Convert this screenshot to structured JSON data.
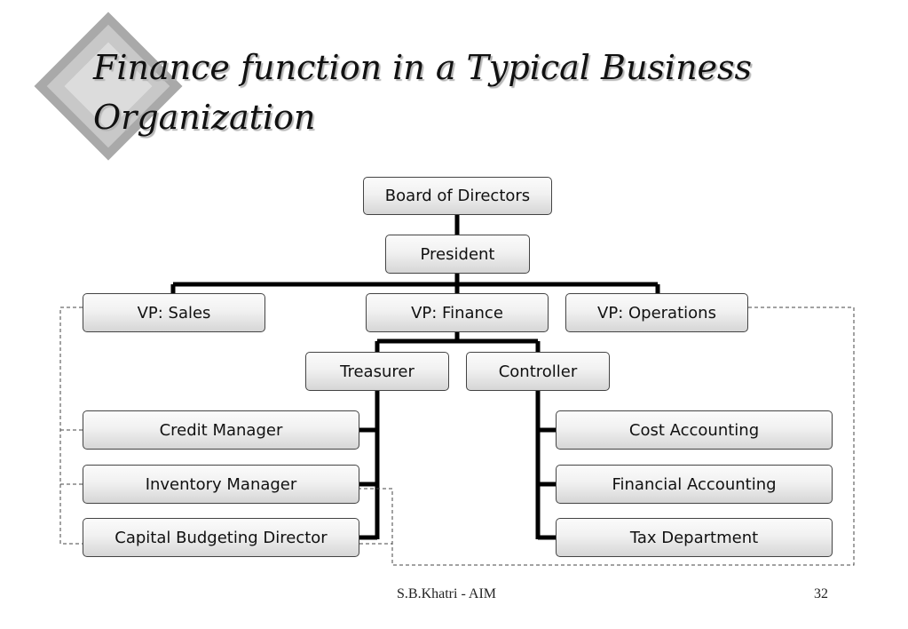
{
  "slide": {
    "title": "Finance function in a Typical Business Organization",
    "footer": "S.B.Khatri - AIM",
    "page_number": "32"
  },
  "org_chart": {
    "board": "Board of Directors",
    "president": "President",
    "vp_sales": "VP: Sales",
    "vp_finance": "VP: Finance",
    "vp_operations": "VP: Operations",
    "treasurer": "Treasurer",
    "controller": "Controller",
    "credit_manager": "Credit Manager",
    "inventory_manager": "Inventory Manager",
    "capital_budgeting_director": "Capital Budgeting Director",
    "cost_accounting": "Cost Accounting",
    "financial_accounting": "Financial Accounting",
    "tax_department": "Tax Department"
  }
}
